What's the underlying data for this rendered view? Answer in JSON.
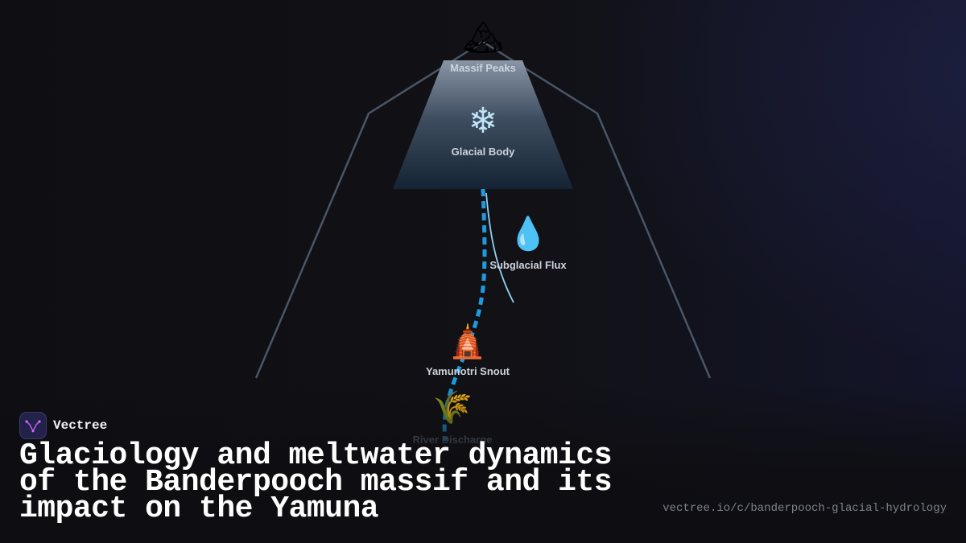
{
  "diagram": {
    "nodes": [
      {
        "id": "peaks",
        "label": "Massif Peaks",
        "icon": "mountain-icon",
        "glyph": "🏔"
      },
      {
        "id": "glacier",
        "label": "Glacial Body",
        "icon": "snowflake-icon",
        "glyph": "❄"
      },
      {
        "id": "flux",
        "label": "Subglacial Flux",
        "icon": "droplet-icon",
        "glyph": "💧"
      },
      {
        "id": "snout",
        "label": "Yamunotri Snout",
        "icon": "temple-icon",
        "glyph": "🛕"
      },
      {
        "id": "river",
        "label": "River Discharge",
        "icon": "wheat-icon",
        "glyph": "🌾"
      }
    ]
  },
  "brand": {
    "name": "Vectree",
    "icon": "vectree-logo-icon"
  },
  "title": "Glaciology and meltwater dynamics of the Banderpooch massif and its impact on the Yamuna",
  "url": "vectree.io/c/banderpooch-glacial-hydrology",
  "colors": {
    "background": "#111116",
    "outline": "#4a5566",
    "stream": "#1e9be0",
    "flux_line": "#8fd0f2",
    "glacier_top": "#8a96a6",
    "glacier_bottom": "#142434"
  }
}
